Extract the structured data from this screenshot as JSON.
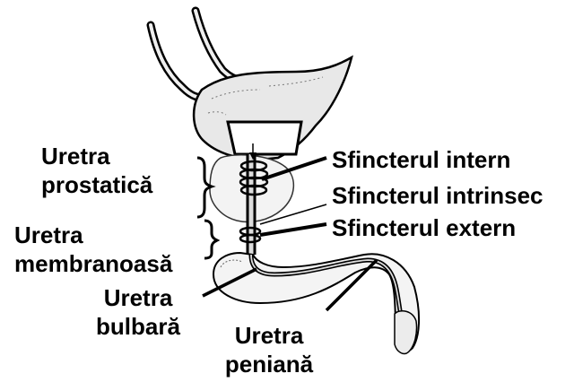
{
  "colors": {
    "ink": "#000000",
    "fill_light": "#efefef",
    "fill_mid": "#dcdcdc",
    "background": "#ffffff"
  },
  "labels": {
    "uretra_prostatica": [
      "Uretra",
      "prostatică"
    ],
    "uretra_membranoasa": [
      "Uretra",
      "membranoasă"
    ],
    "uretra_bulbara": [
      "Uretra",
      "bulbară"
    ],
    "uretra_peniana": [
      "Uretra",
      "peniană"
    ],
    "sfincter_intern": "Sfincterul intern",
    "sfincter_intrinsec": "Sfincterul intrinsec",
    "sfincter_extern": "Sfincterul extern"
  }
}
